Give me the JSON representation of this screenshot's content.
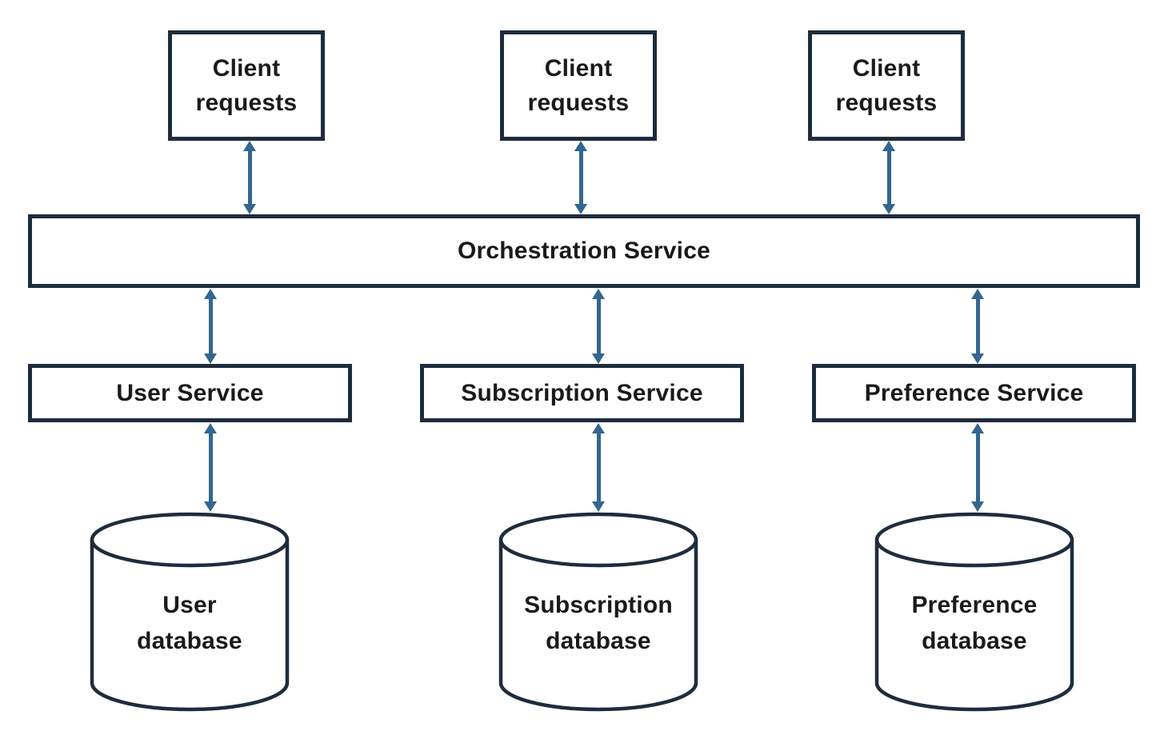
{
  "colors": {
    "box_border": "#1e2c3c",
    "arrow": "#336690",
    "text": "#1a1a1a",
    "background": "#ffffff"
  },
  "diagram": {
    "clients": [
      {
        "label": "Client\nrequests"
      },
      {
        "label": "Client\nrequests"
      },
      {
        "label": "Client\nrequests"
      }
    ],
    "orchestration": {
      "label": "Orchestration Service"
    },
    "services": [
      {
        "label": "User Service"
      },
      {
        "label": "Subscription Service"
      },
      {
        "label": "Preference Service"
      }
    ],
    "databases": [
      {
        "label": "User\ndatabase"
      },
      {
        "label": "Subscription\ndatabase"
      },
      {
        "label": "Preference\ndatabase"
      }
    ]
  }
}
